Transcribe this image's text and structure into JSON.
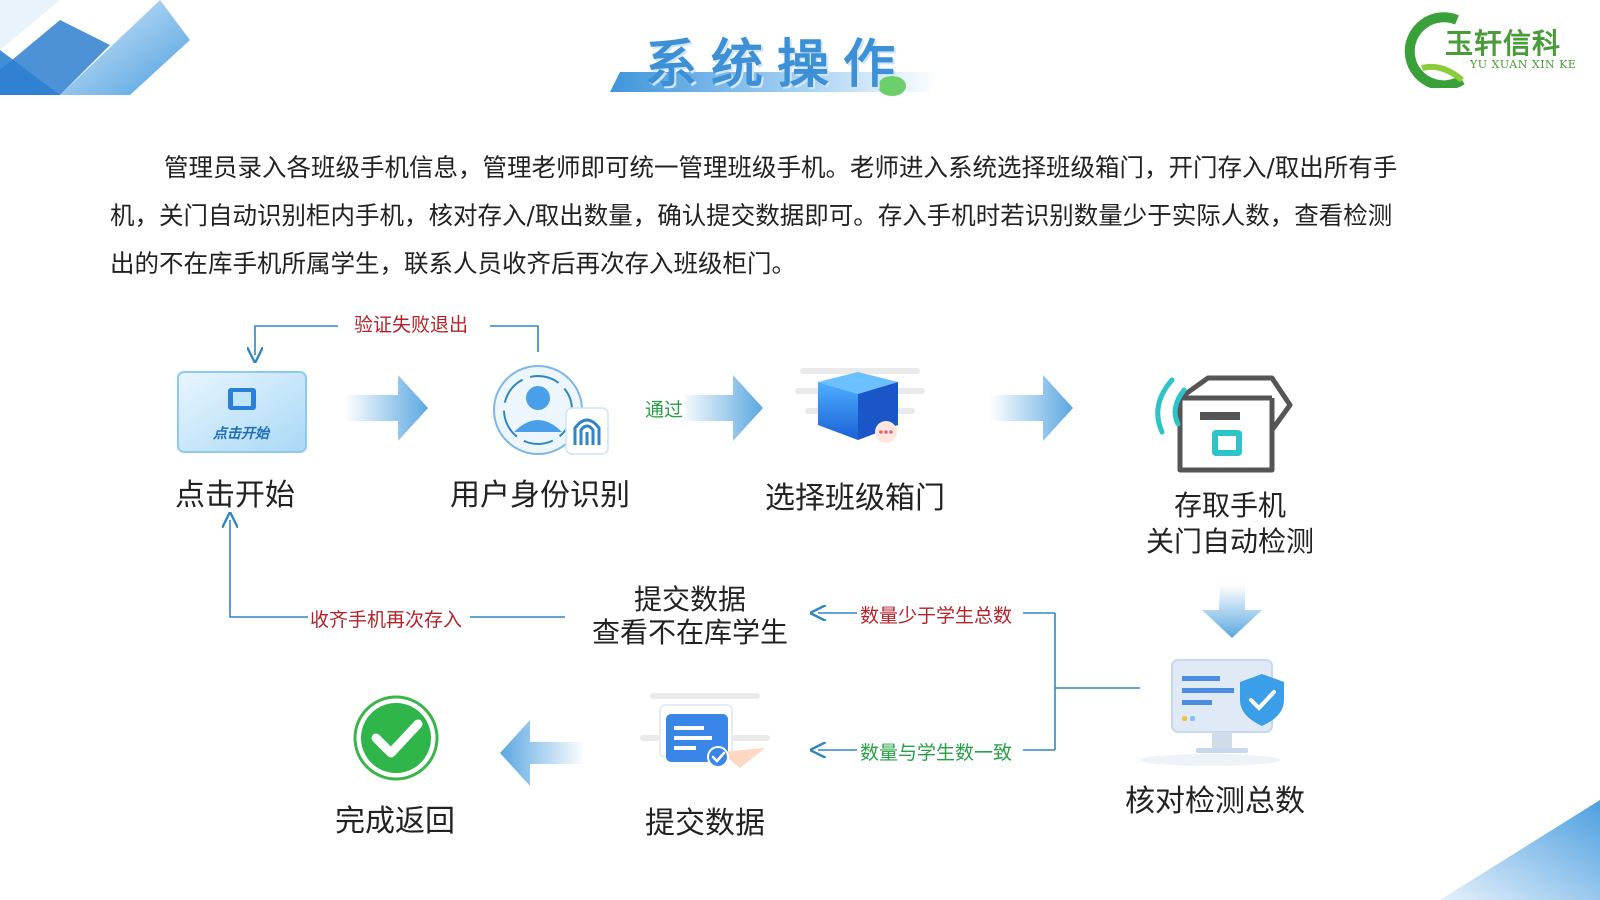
{
  "header": {
    "title": "系统操作",
    "logo_text": "玉轩信科",
    "logo_sub": "YU XUAN XIN KE"
  },
  "intro": {
    "paragraph": "管理员录入各班级手机信息，管理老师即可统一管理班级手机。老师进入系统选择班级箱门，开门存入/取出所有手机，关门自动识别柜内手机，核对存入/取出数量，确认提交数据即可。存入手机时若识别数量少于实际人数，查看检测出的不在库手机所属学生，联系人员收齐后再次存入班级柜门。"
  },
  "nodes": {
    "start": {
      "label": "点击开始",
      "tile_text": "点击开始"
    },
    "identity": {
      "label": "用户身份识别"
    },
    "select_door": {
      "label": "选择班级箱门"
    },
    "store": {
      "line1": "存取手机",
      "line2": "关门自动检测"
    },
    "verify": {
      "label": "核对检测总数"
    },
    "submit_check": {
      "line1": "提交数据",
      "line2": "查看不在库学生"
    },
    "submit": {
      "label": "提交数据"
    },
    "done": {
      "label": "完成返回"
    }
  },
  "edges": {
    "fail_exit": "验证失败退出",
    "pass": "通过",
    "fewer": "数量少于学生总数",
    "match": "数量与学生数一致",
    "recollect": "收齐手机再次存入"
  },
  "colors": {
    "arrow_blue": "#5aa7e0",
    "line_blue": "#2f86c6",
    "edge_red": "#b3242a",
    "edge_green": "#27a047",
    "check_green": "#2fb54a"
  }
}
